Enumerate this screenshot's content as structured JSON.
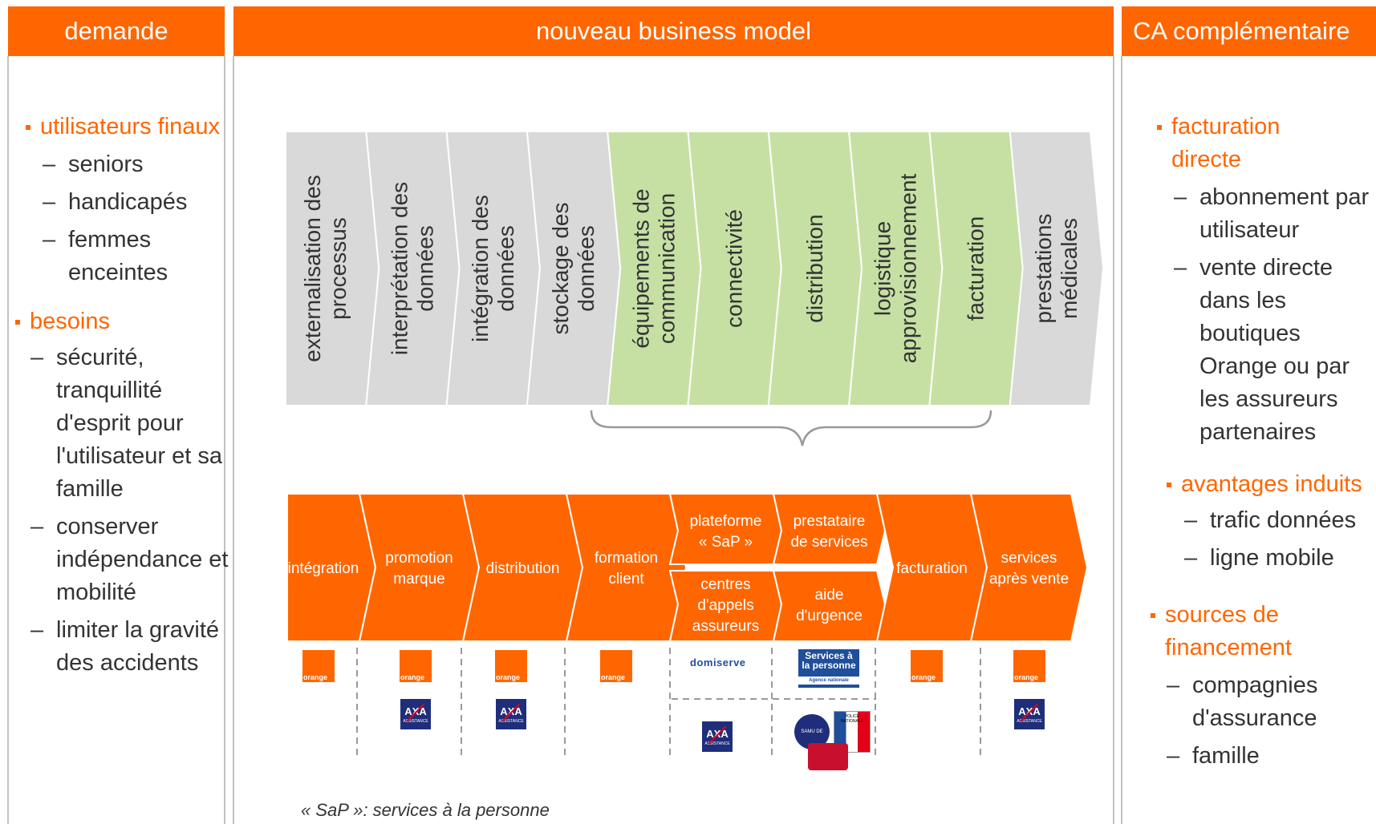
{
  "headers": {
    "demande": "demande",
    "business_model": "nouveau business model",
    "ca": "CA complémentaire"
  },
  "left": {
    "utilisateurs": "utilisateurs finaux",
    "utilisateurs_items": [
      "seniors",
      "handicapés",
      "femmes enceintes"
    ],
    "besoins": "besoins",
    "besoins_items": [
      "sécurité, tranquillité d'esprit pour l'utilisateur et sa famille",
      "conserver indépendance et mobilité",
      "limiter la gravité des accidents"
    ]
  },
  "right": {
    "facturation": "facturation directe",
    "facturation_items": [
      "abonnement par utilisateur",
      "vente directe dans les boutiques Orange ou par les assureurs partenaires"
    ],
    "avantages": "avantages induits",
    "avantages_items": [
      "trafic données",
      "ligne mobile"
    ],
    "sources": "sources de financement",
    "sources_items": [
      "compagnies d'assurance",
      "famille"
    ]
  },
  "chain_top": [
    {
      "lines": [
        "externalisation des",
        "processus"
      ],
      "tone": "grey"
    },
    {
      "lines": [
        "interprétation des",
        "données"
      ],
      "tone": "grey"
    },
    {
      "lines": [
        "intégration des",
        "données"
      ],
      "tone": "grey"
    },
    {
      "lines": [
        "stockage des",
        "données"
      ],
      "tone": "grey"
    },
    {
      "lines": [
        "équipements de",
        "communication"
      ],
      "tone": "green"
    },
    {
      "lines": [
        "connectivité"
      ],
      "tone": "green"
    },
    {
      "lines": [
        "distribution"
      ],
      "tone": "green"
    },
    {
      "lines": [
        "logistique",
        "approvisionnement"
      ],
      "tone": "green"
    },
    {
      "lines": [
        "facturation"
      ],
      "tone": "green"
    },
    {
      "lines": [
        "prestations",
        "médicales"
      ],
      "tone": "grey"
    }
  ],
  "chain_bottom": [
    {
      "label": "intégration"
    },
    {
      "label": "promotion marque"
    },
    {
      "label": "distribution"
    },
    {
      "label": "formation client"
    },
    {
      "top": "plateforme « SaP »",
      "bottom": "centres d'appels assureurs"
    },
    {
      "top": "prestataire de services",
      "bottom": "aide d'urgence"
    },
    {
      "label": "facturation"
    },
    {
      "label": "services après vente"
    }
  ],
  "logos": {
    "orange": "orange",
    "axa": "AXA",
    "axa_sub": "ASSISTANCE",
    "domiserve": "domiserve",
    "sap_line1": "Services à",
    "sap_line2": "la personne",
    "sap_line3": "Agence nationale",
    "police": "POLICE NATIONALE",
    "samu": "SAMU DE FRANCE"
  },
  "colors": {
    "orange": "#FF6600",
    "grey": "#D9D9D9",
    "green": "#C6E0A4",
    "text": "#333333"
  },
  "footnote": "« SaP »: services à la personne"
}
